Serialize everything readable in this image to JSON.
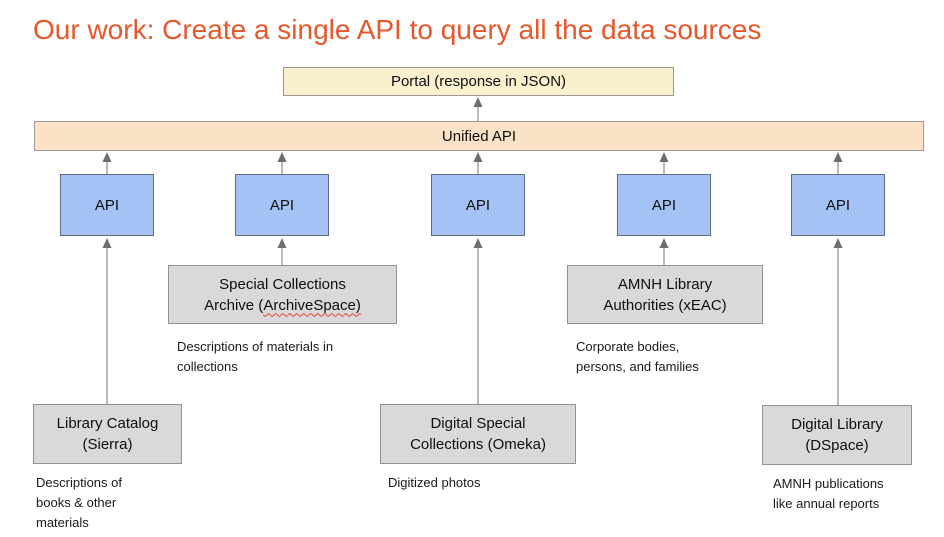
{
  "title": {
    "text": "Our work: Create a single API to query all the data sources",
    "color": "#e8572c"
  },
  "portal": {
    "label": "Portal (response in JSON)",
    "fill": "#fbf0ce"
  },
  "unified_api": {
    "label": "Unified API",
    "fill": "#fbe2c6"
  },
  "api_boxes": {
    "fill": "#a4c2f4",
    "labels": [
      "API",
      "API",
      "API",
      "API",
      "API"
    ]
  },
  "sources": {
    "fill": "#d9d9d9",
    "special_collections": {
      "line1": "Special Collections",
      "line2_prefix": "Archive (",
      "line2_misspelled": "ArchiveSpace)",
      "caption": "Descriptions of materials in\ncollections"
    },
    "amnh_authorities": {
      "label": "AMNH Library\nAuthorities (xEAC)",
      "caption": "Corporate bodies,\npersons, and families"
    },
    "library_catalog": {
      "label": "Library Catalog\n(Sierra)",
      "caption": "Descriptions of\nbooks & other\nmaterials"
    },
    "digital_special_collections": {
      "label": "Digital Special\nCollections (Omeka)",
      "caption": "Digitized photos"
    },
    "digital_library": {
      "label": "Digital Library\n(DSpace)",
      "caption": "AMNH publications\nlike annual reports"
    }
  },
  "colors": {
    "arrow": "#787878",
    "source_border": "#929292",
    "api_border": "#5f6d82",
    "bar_border": "#9a9a9a",
    "background": "#ffffff"
  }
}
